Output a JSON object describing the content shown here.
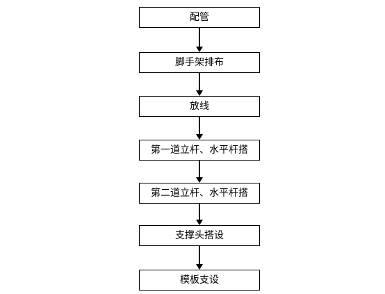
{
  "flowchart": {
    "steps": [
      "配管",
      "脚手架排布",
      "放线",
      "第一道立杆、水平杆搭",
      "第二道立杆、水平杆搭",
      "支撑头搭设",
      "模板支设"
    ],
    "edges": [
      {
        "from": 0,
        "to": 1
      },
      {
        "from": 1,
        "to": 2
      },
      {
        "from": 2,
        "to": 3
      },
      {
        "from": 3,
        "to": 4
      },
      {
        "from": 4,
        "to": 5
      },
      {
        "from": 5,
        "to": 6
      }
    ],
    "colors": {
      "line": "#000000",
      "box_fill": "#ffffff",
      "text": "#000000"
    }
  }
}
